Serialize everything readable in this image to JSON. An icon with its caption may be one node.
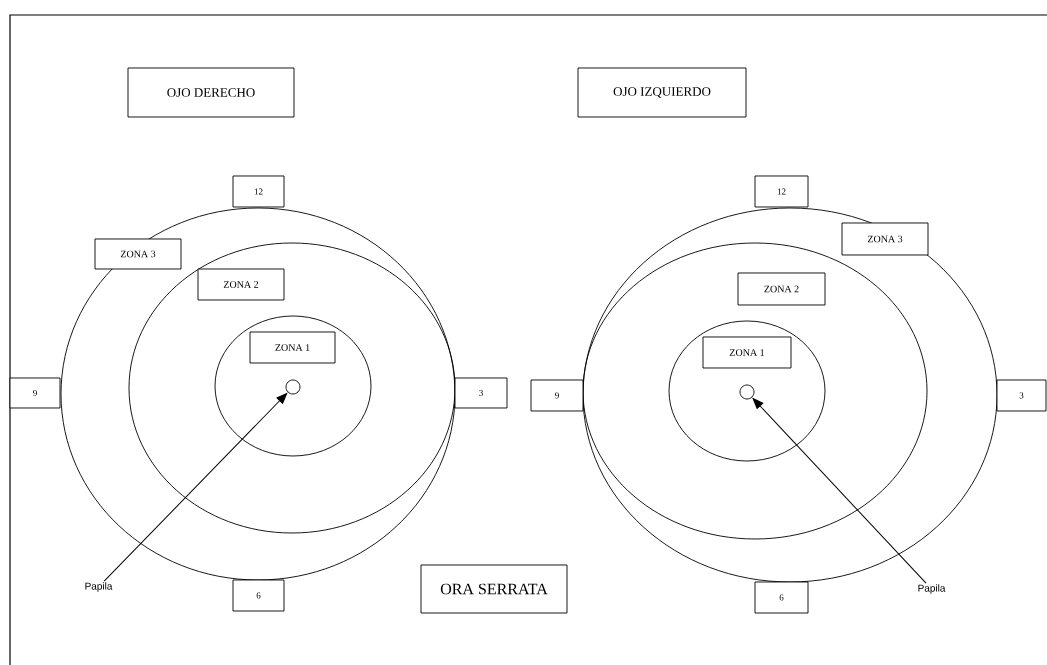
{
  "diagram": {
    "nodes": [
      {
        "text": [
          "OJO DERECHO"
        ]
      },
      {
        "text": [
          "OJO IZQUIERDO"
        ]
      },
      {
        "text": [
          "12"
        ]
      },
      {
        "text": [
          "ZONA 3"
        ]
      },
      {
        "text": [
          "ZONA 2"
        ]
      },
      {
        "text": [
          "ZONA 1"
        ]
      },
      {
        "text": [
          "9"
        ]
      },
      {
        "text": [
          "3"
        ]
      },
      {
        "text": [],
        "shape": "circle"
      },
      {
        "text": [
          "Papila"
        ]
      },
      {
        "text": [
          "6"
        ]
      },
      {
        "text": [
          "12"
        ]
      },
      {
        "text": [
          "ZONA 3"
        ]
      },
      {
        "text": [
          "ZONA 2"
        ]
      },
      {
        "text": [
          "ZONA 1"
        ]
      },
      {
        "text": [
          "9"
        ]
      },
      {
        "text": [
          "3"
        ]
      },
      {
        "text": [],
        "shape": "circle"
      },
      {
        "text": [
          "ORA SERRATA"
        ]
      },
      {
        "text": [
          "6"
        ]
      },
      {
        "text": [
          "Papila"
        ]
      }
    ],
    "edges": [
      {
        "from": 9,
        "to": 8,
        "arrow": "to"
      },
      {
        "from": 20,
        "to": 17,
        "arrow": "to"
      }
    ]
  }
}
